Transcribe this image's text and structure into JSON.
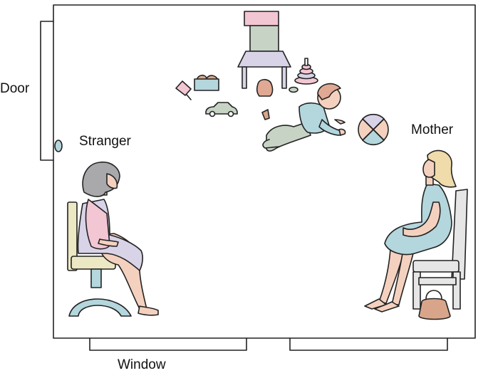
{
  "labels": {
    "door": "Door",
    "window": "Window",
    "stranger": "Stranger",
    "mother": "Mother"
  },
  "colors": {
    "pink": "#f2c6d3",
    "blue": "#b4d6dd",
    "sage": "#c7d3c4",
    "gray": "#c9cbcb",
    "lavender": "#d9d3e8",
    "peach": "#f4d1bf",
    "yellow": "#ece8c3",
    "tan": "#d9a58a",
    "hair_gray": "#a9a9ac",
    "hair_blonde": "#f0dcaa",
    "chair_gray": "#e6e6e6"
  },
  "icons": [
    "door-knob-icon",
    "toy-table-icon",
    "stacking-rings-icon",
    "toy-hammer-icon",
    "toy-box-icon",
    "toy-car-icon",
    "toy-ball-icon",
    "handbag-icon"
  ]
}
